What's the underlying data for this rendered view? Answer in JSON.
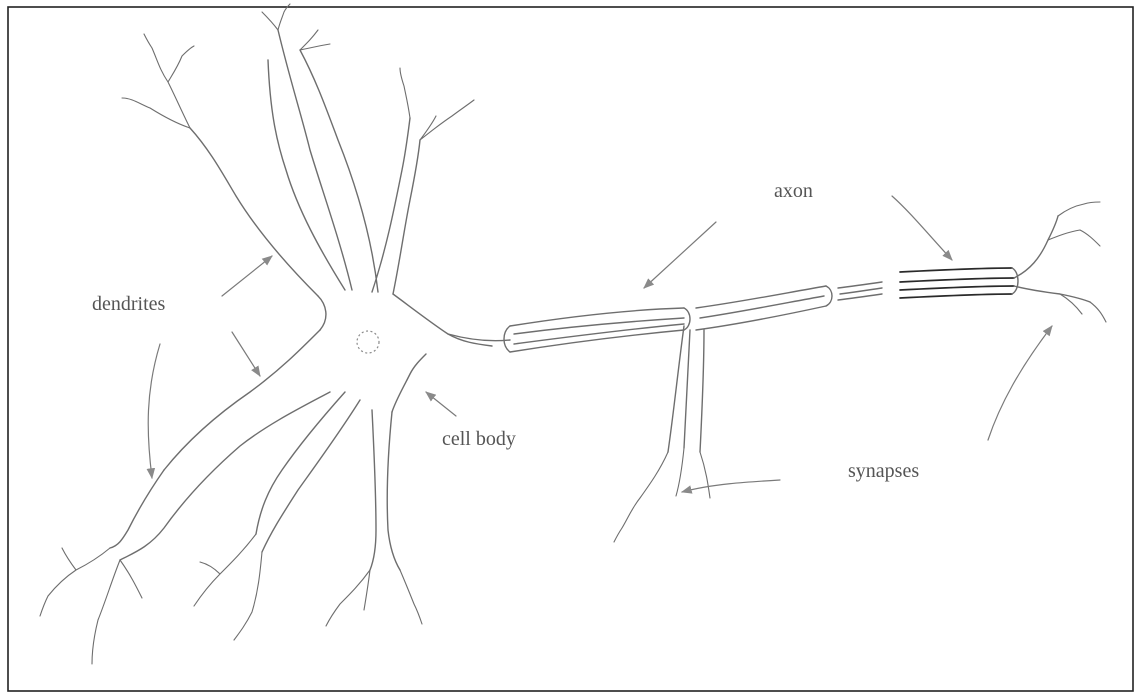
{
  "labels": {
    "dendrites": "dendrites",
    "cell_body": "cell body",
    "axon": "axon",
    "synapses": "synapses"
  },
  "colors": {
    "frame": "#222222",
    "outline": "#6e6e6e",
    "myelin_dark": "#2a2a2a",
    "arrow": "#7a7a7a",
    "text": "#555555"
  }
}
